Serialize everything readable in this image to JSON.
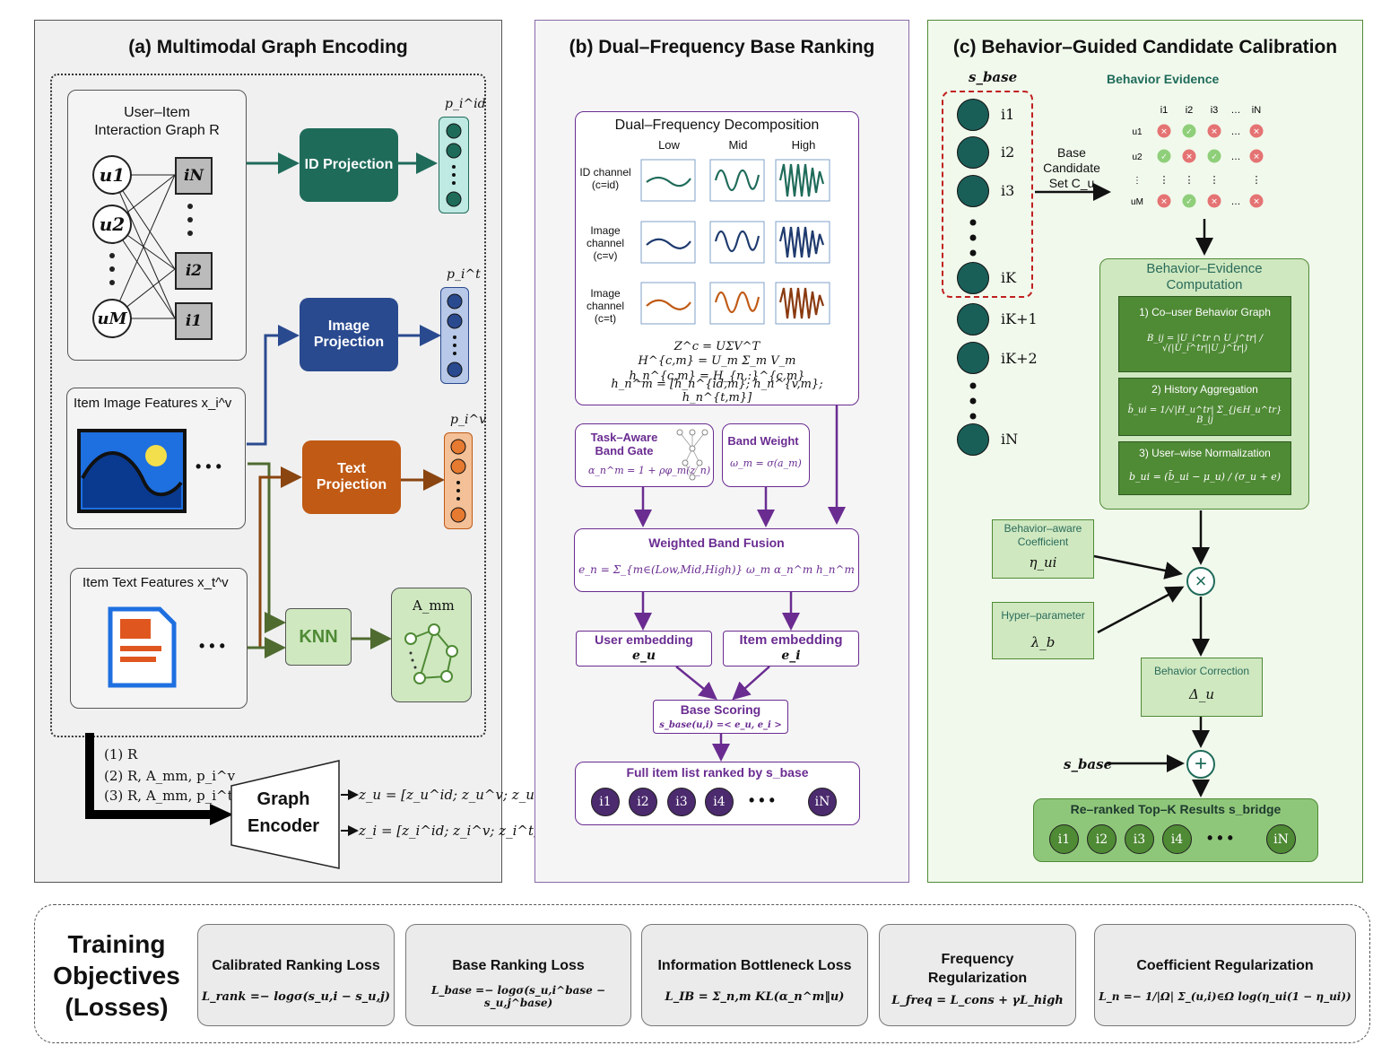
{
  "panel_a": {
    "title": "(a) Multimodal Graph Encoding",
    "graph_box_title_line1": "User–Item",
    "graph_box_title_line2": "Interaction Graph R",
    "users": [
      "u1",
      "u2",
      "uM"
    ],
    "items": [
      "iN",
      "i2",
      "i1"
    ],
    "id_projection": "ID Projection",
    "image_projection": "Image Projection",
    "text_projection": "Text Projection",
    "p_id": "p_i^id",
    "p_v": "p_i^t",
    "p_t": "p_i^v",
    "image_features": "Item Image Features x_i^v",
    "text_features": "Item Text Features x_t^v",
    "knn": "KNN",
    "amm": "A_mm",
    "input_1": "(1)  R",
    "input_2": "(2)  R, A_mm, p_i^v",
    "input_3": "(3)  R, A_mm, p_i^t",
    "graph_encoder": "Graph Encoder",
    "zu": "z_u = [z_u^id; z_u^v; z_u^t]",
    "zi": "z_i = [z_i^id; z_i^v; z_i^t]",
    "ellipsis": "• • •"
  },
  "panel_b": {
    "title": "(b) Dual–Frequency Base Ranking",
    "decomp_title": "Dual–Frequency Decomposition",
    "bands": [
      "Low",
      "Mid",
      "High"
    ],
    "channels": [
      {
        "label": "ID channel (c=id)",
        "color": "#1f6b5a"
      },
      {
        "label": "Image channel (c=v)",
        "color": "#1e3a6e"
      },
      {
        "label": "Image channel (c=t)",
        "color": "#c05a15"
      }
    ],
    "eq1": "Z^c = UΣV^T",
    "eq2": "H^{c,m} = U_m Σ_m V_m",
    "eq3": "h_n^{c,m} = H_{n,:}^{c,m}",
    "eq4": "h_n^m = [h_n^{id,m}; h_n^{v,m}; h_n^{t,m}]",
    "gate_title": "Task–Aware Band Gate",
    "gate_eq": "α_n^m = 1 + ρφ_m(z_n)",
    "weight_title": "Band Weight",
    "weight_eq": "ω_m = σ(a_m)",
    "fusion_title": "Weighted Band Fusion",
    "fusion_eq": "e_n = Σ_{m∈(Low,Mid,High)} ω_m α_n^m h_n^m",
    "user_emb": "User embedding",
    "user_emb_sym": "e_u",
    "item_emb": "Item embedding",
    "item_emb_sym": "e_i",
    "scoring_title": "Base Scoring",
    "scoring_eq": "s_base(u,i) =< e_u, e_i >",
    "ranked_title": "Full item list ranked by s_base",
    "ranked_items": [
      "i1",
      "i2",
      "i3",
      "i4",
      "iN"
    ],
    "ellipsis": "• • •",
    "accent": "#6a2c91"
  },
  "panel_c": {
    "title": "(c) Behavior–Guided Candidate Calibration",
    "s_base": "s_base",
    "candidates": [
      "i1",
      "i2",
      "i3",
      "iK"
    ],
    "rest": [
      "iK+1",
      "iK+2",
      "iN"
    ],
    "base_candidate": "Base Candidate Set C_u",
    "evidence_title": "Behavior Evidence",
    "matrix_cols": [
      "i1",
      "i2",
      "i3",
      "…",
      "iN"
    ],
    "matrix_rows": [
      {
        "label": "u1",
        "cells": [
          "x",
          "v",
          "x",
          "…",
          "x"
        ]
      },
      {
        "label": "u2",
        "cells": [
          "v",
          "x",
          "v",
          "…",
          "x"
        ]
      },
      {
        "label": "⋮",
        "cells": [
          "⋮",
          "⋮",
          "⋮",
          "",
          "⋮"
        ]
      },
      {
        "label": "uM",
        "cells": [
          "x",
          "v",
          "x",
          "…",
          "x"
        ]
      }
    ],
    "comp_title": "Behavior–Evidence Computation",
    "step1_title": "1) Co–user Behavior Graph",
    "step1_eq": "B_ij = |U_i^tr ∩ U_j^tr| / √(|U_i^tr||U_j^tr|)",
    "step2_title": "2) History Aggregation",
    "step2_eq": "b̄_ui = 1/√|H_u^tr| Σ_{j∈H_u^tr} B_ij",
    "step3_title": "3) User–wise Normalization",
    "step3_eq": "b_ui = (b̄_ui − μ_u) / (σ_u + e)",
    "coef_title": "Behavior–aware Coefficient",
    "coef_sym": "η_ui",
    "hyper_title": "Hyper–parameter",
    "hyper_sym": "λ_b",
    "times": "×",
    "plus": "+",
    "correction_title": "Behavior Correction",
    "correction_sym": "Δ_u",
    "s_base2": "s_base",
    "rerank_title": "Re–ranked Top–K Results s_bridge",
    "rerank_items": [
      "i1",
      "i2",
      "i3",
      "i4",
      "iN"
    ],
    "ellipsis": "• • •",
    "check_color": "#8fcf7a",
    "cross_color": "#e57373"
  },
  "losses": {
    "heading_line1": "Training",
    "heading_line2": "Objectives",
    "heading_line3": "(Losses)",
    "items": [
      {
        "name": "Calibrated Ranking Loss",
        "eq": "L_rank =− logσ(s_u,i − s_u,j)"
      },
      {
        "name": "Base Ranking Loss",
        "eq": "L_base =− logσ(s_u,i^base − s_u,j^base)"
      },
      {
        "name": "Information Bottleneck Loss",
        "eq": "L_IB = Σ_n,m KL(α_n^m‖u)"
      },
      {
        "name": "Frequency Regularization",
        "eq": "L_freq = L_cons + γL_high"
      },
      {
        "name": "Coefficient Regularization",
        "eq": "L_n =− 1/|Ω| Σ_(u,i)∈Ω log(η_ui(1 − η_ui))"
      }
    ]
  },
  "colors": {
    "teal": "#1f6b5a",
    "navy": "#2a4a8f",
    "orange": "#c05a15",
    "purple": "#6a2c91",
    "green_dark": "#4f8a35",
    "green_light": "#cfe8c0"
  }
}
